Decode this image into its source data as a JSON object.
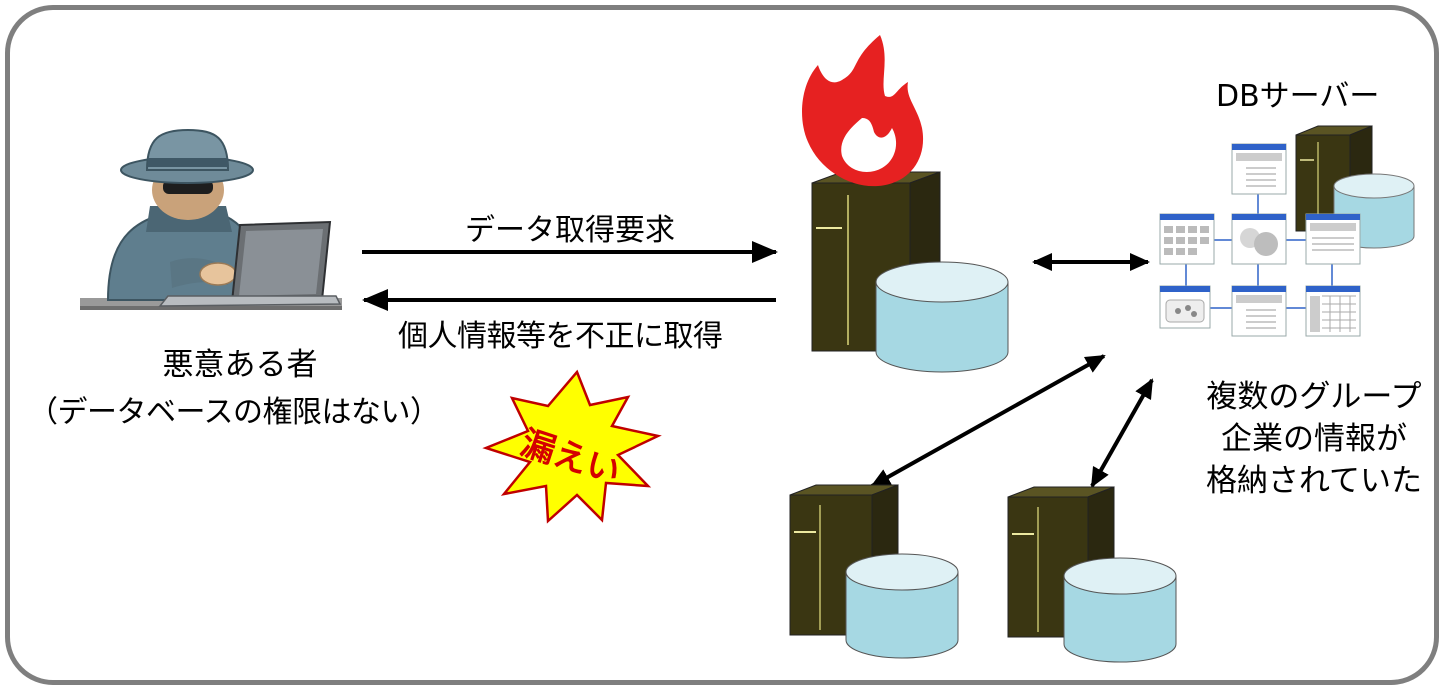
{
  "diagram": {
    "actor": {
      "name": "悪意ある者",
      "note": "（データベースの権限はない）"
    },
    "request_label": "データ取得要求",
    "exfil_label": "個人情報等を不正に取得",
    "burst_label": "漏えい",
    "db_server_label": "DBサーバー",
    "description": {
      "line1": "複数のグループ",
      "line2": "企業の情報が",
      "line3": "格納されていた"
    },
    "colors": {
      "frame": "#7f7f7f",
      "server_body": "#3a3612",
      "disk_fill": "#a6d8e3",
      "flame": "#e62121",
      "burst_fill": "#ffff00",
      "burst_text": "#d40000",
      "window_accent": "#2f62c9"
    }
  }
}
